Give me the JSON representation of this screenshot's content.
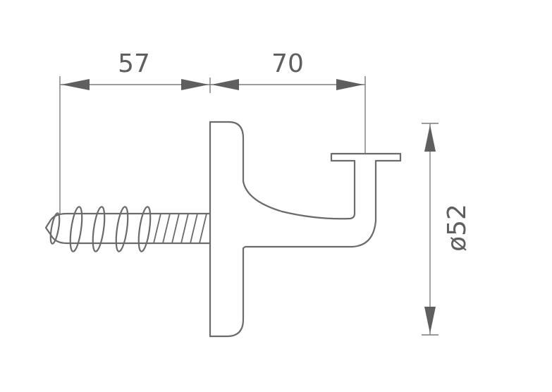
{
  "dimensions": {
    "screw_length": "57",
    "arm_projection": "70",
    "plate_diameter": "ø52"
  },
  "colors": {
    "line": "#6b6b6b",
    "text": "#5f5f5f"
  }
}
